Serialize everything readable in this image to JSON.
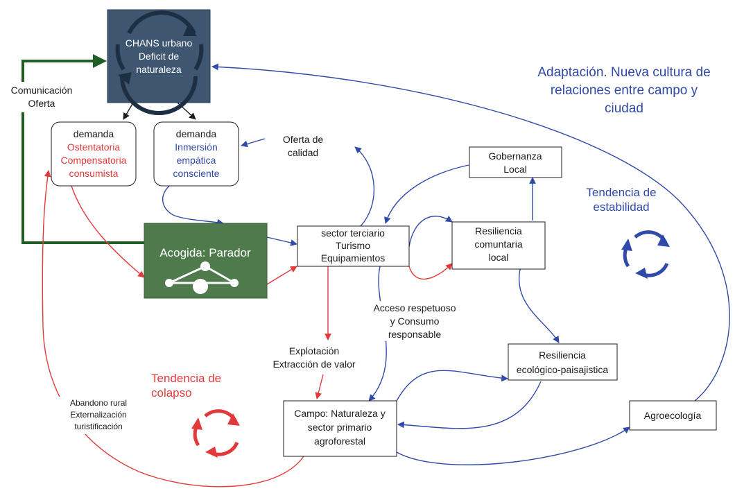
{
  "colors": {
    "blue": "#2f4aa8",
    "red": "#e23a3a",
    "green": "#1f5e25",
    "dark": "#1b1b1b",
    "node_chans_fill": "#3e5670",
    "node_acogida_fill": "#4e7a4c"
  },
  "chans": {
    "line1": "CHANS urbano",
    "line2": "Deficit de",
    "line3": "naturaleza"
  },
  "comunicacion": {
    "line1": "Comunicación",
    "line2": "Oferta"
  },
  "demanda_left": {
    "line1": "demanda",
    "line2": "Ostentatoria",
    "line3": "Compensatoria",
    "line4": "consumista"
  },
  "demanda_right": {
    "line1": "demanda",
    "line2": "Inmersión",
    "line3": "empática",
    "line4": "consciente"
  },
  "oferta_calidad": {
    "line1": "Oferta de",
    "line2": "calidad"
  },
  "adaptacion": {
    "line1": "Adaptación. Nueva cultura de",
    "line2": "relaciones entre campo y",
    "line3": "ciudad"
  },
  "gobernanza": {
    "line1": "Gobernanza",
    "line2": "Local"
  },
  "tendencia_estabilidad": {
    "line1": "Tendencia de",
    "line2": "estabilidad"
  },
  "acogida": {
    "label": "Acogida: Parador"
  },
  "sector_terciario": {
    "line1": "sector terciario",
    "line2": "Turismo",
    "line3": "Equipamientos"
  },
  "resiliencia_local": {
    "line1": "Resiliencia",
    "line2": "comuntaria",
    "line3": "local"
  },
  "acceso": {
    "line1": "Acceso respetuoso",
    "line2": "y Consumo",
    "line3": "responsable"
  },
  "explotacion": {
    "line1": "Explotación",
    "line2": "Extracción de valor"
  },
  "resiliencia_eco": {
    "line1": "Resiliencia",
    "line2": "ecológico-paisajistica"
  },
  "tendencia_colapso": {
    "line1": "Tendencia de",
    "line2": "colapso"
  },
  "abandono": {
    "line1": "Abandono rural",
    "line2": "Externalización",
    "line3": "turistificación"
  },
  "campo": {
    "line1": "Campo: Naturaleza y",
    "line2": "sector primario",
    "line3": "agroforestal"
  },
  "agroecologia": {
    "label": "Agroecología"
  }
}
